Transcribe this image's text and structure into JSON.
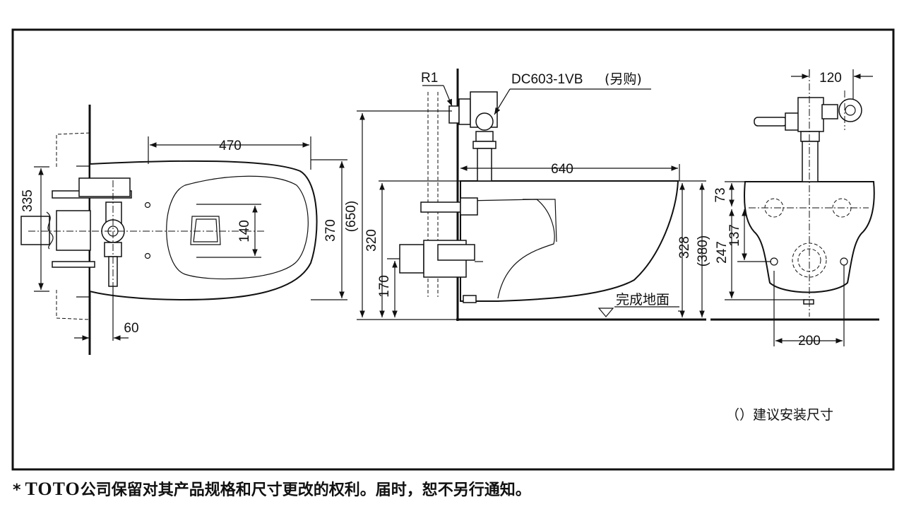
{
  "top_view": {
    "dims": {
      "width_470": "470",
      "depth_370": "370",
      "height_335": "335",
      "outlet_140": "140",
      "offset_60": "60"
    }
  },
  "side_view": {
    "labels": {
      "r1": "R1",
      "valve_model": "DC603-1VB",
      "valve_note": "(另购)",
      "floor": "完成地面"
    },
    "dims": {
      "depth_640": "640",
      "total_650": "(650)",
      "rim_320": "320",
      "pipe_170": "170",
      "rim_328": "328",
      "rim_380": "(380)"
    }
  },
  "front_view": {
    "dims": {
      "w_120": "120",
      "h_73": "73",
      "h_137": "137",
      "h_247": "247",
      "w_200": "200"
    }
  },
  "legend": {
    "note": "（）建议安装尺寸"
  },
  "footer": {
    "star": "*",
    "brand": "TOTO",
    "text": "公司保留对其产品规格和尺寸更改的权利。届时，恕不另行通知。"
  }
}
